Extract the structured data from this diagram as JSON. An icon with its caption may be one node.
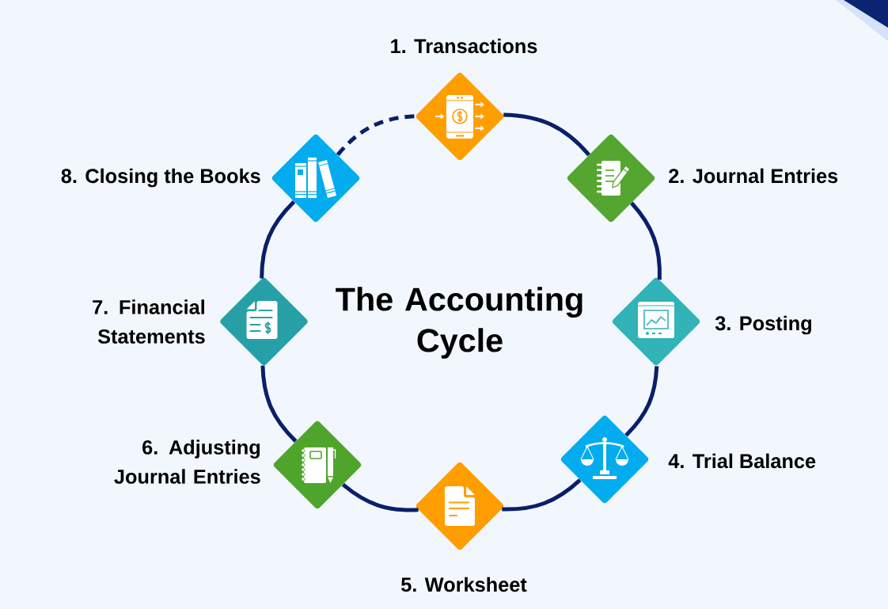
{
  "diagram": {
    "title": "The Accounting Cycle",
    "nodes": [
      {
        "text": [
          "1. Transactions"
        ]
      },
      {
        "text": [
          "2. Journal Entries"
        ]
      },
      {
        "text": [
          "3. Posting"
        ]
      },
      {
        "text": [
          "4. Trial Balance"
        ]
      },
      {
        "text": [
          "5. Worksheet"
        ]
      },
      {
        "text": [
          "6. Adjusting Journal Entries"
        ]
      },
      {
        "text": [
          "7. Financial Statements"
        ]
      },
      {
        "text": [
          "8. Closing the Books"
        ]
      }
    ],
    "edges": [
      {
        "from": 0,
        "to": 1,
        "arrow": "none"
      },
      {
        "from": 1,
        "to": 2,
        "arrow": "none"
      },
      {
        "from": 2,
        "to": 3,
        "arrow": "none"
      },
      {
        "from": 3,
        "to": 4,
        "arrow": "none"
      },
      {
        "from": 4,
        "to": 5,
        "arrow": "none"
      },
      {
        "from": 5,
        "to": 6,
        "arrow": "none"
      },
      {
        "from": 6,
        "to": 7,
        "arrow": "none"
      },
      {
        "from": 7,
        "to": 0,
        "arrow": "none",
        "style": "dashed"
      }
    ]
  }
}
